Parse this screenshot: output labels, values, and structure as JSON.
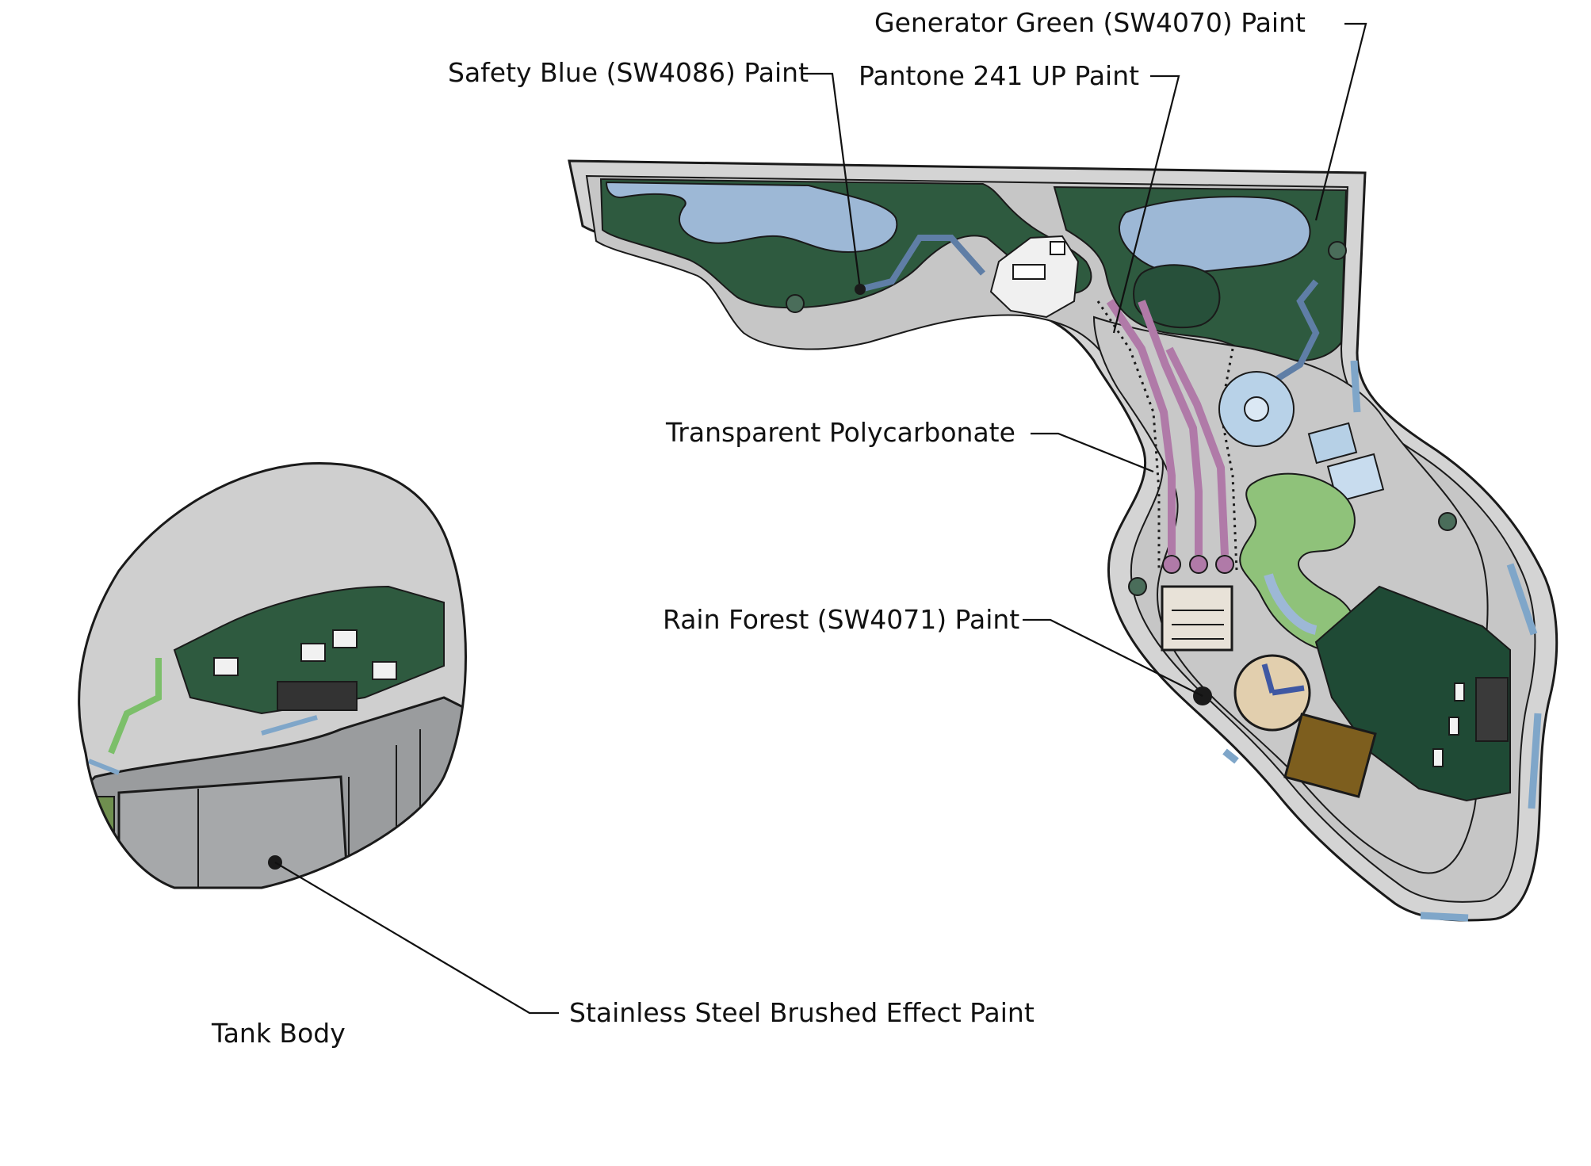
{
  "callouts": {
    "generator_green": "Generator Green (SW4070) Paint",
    "safety_blue": "Safety Blue (SW4086) Paint",
    "pantone": "Pantone 241 UP Paint",
    "polycarbonate": "Transparent Polycarbonate",
    "rain_forest": "Rain Forest (SW4071) Paint",
    "stainless": "Stainless Steel Brushed Effect Paint",
    "tank_body": "Tank Body"
  },
  "colors": {
    "generator_green": "#2e5a3f",
    "rain_forest": "#1f4a35",
    "safety_blue": "#7fa6c9",
    "water": "#9db8d6",
    "pantone_241": "#b07aa8",
    "stainless": "#9a9c9e",
    "border_gray": "#d4d4d4",
    "platform_gray": "#c8c8c8",
    "olive": "#7d5e1e",
    "lime": "#8fc27a",
    "tan": "#e2cfae"
  },
  "icons": {
    "leader_dot": "callout-dot-icon"
  }
}
